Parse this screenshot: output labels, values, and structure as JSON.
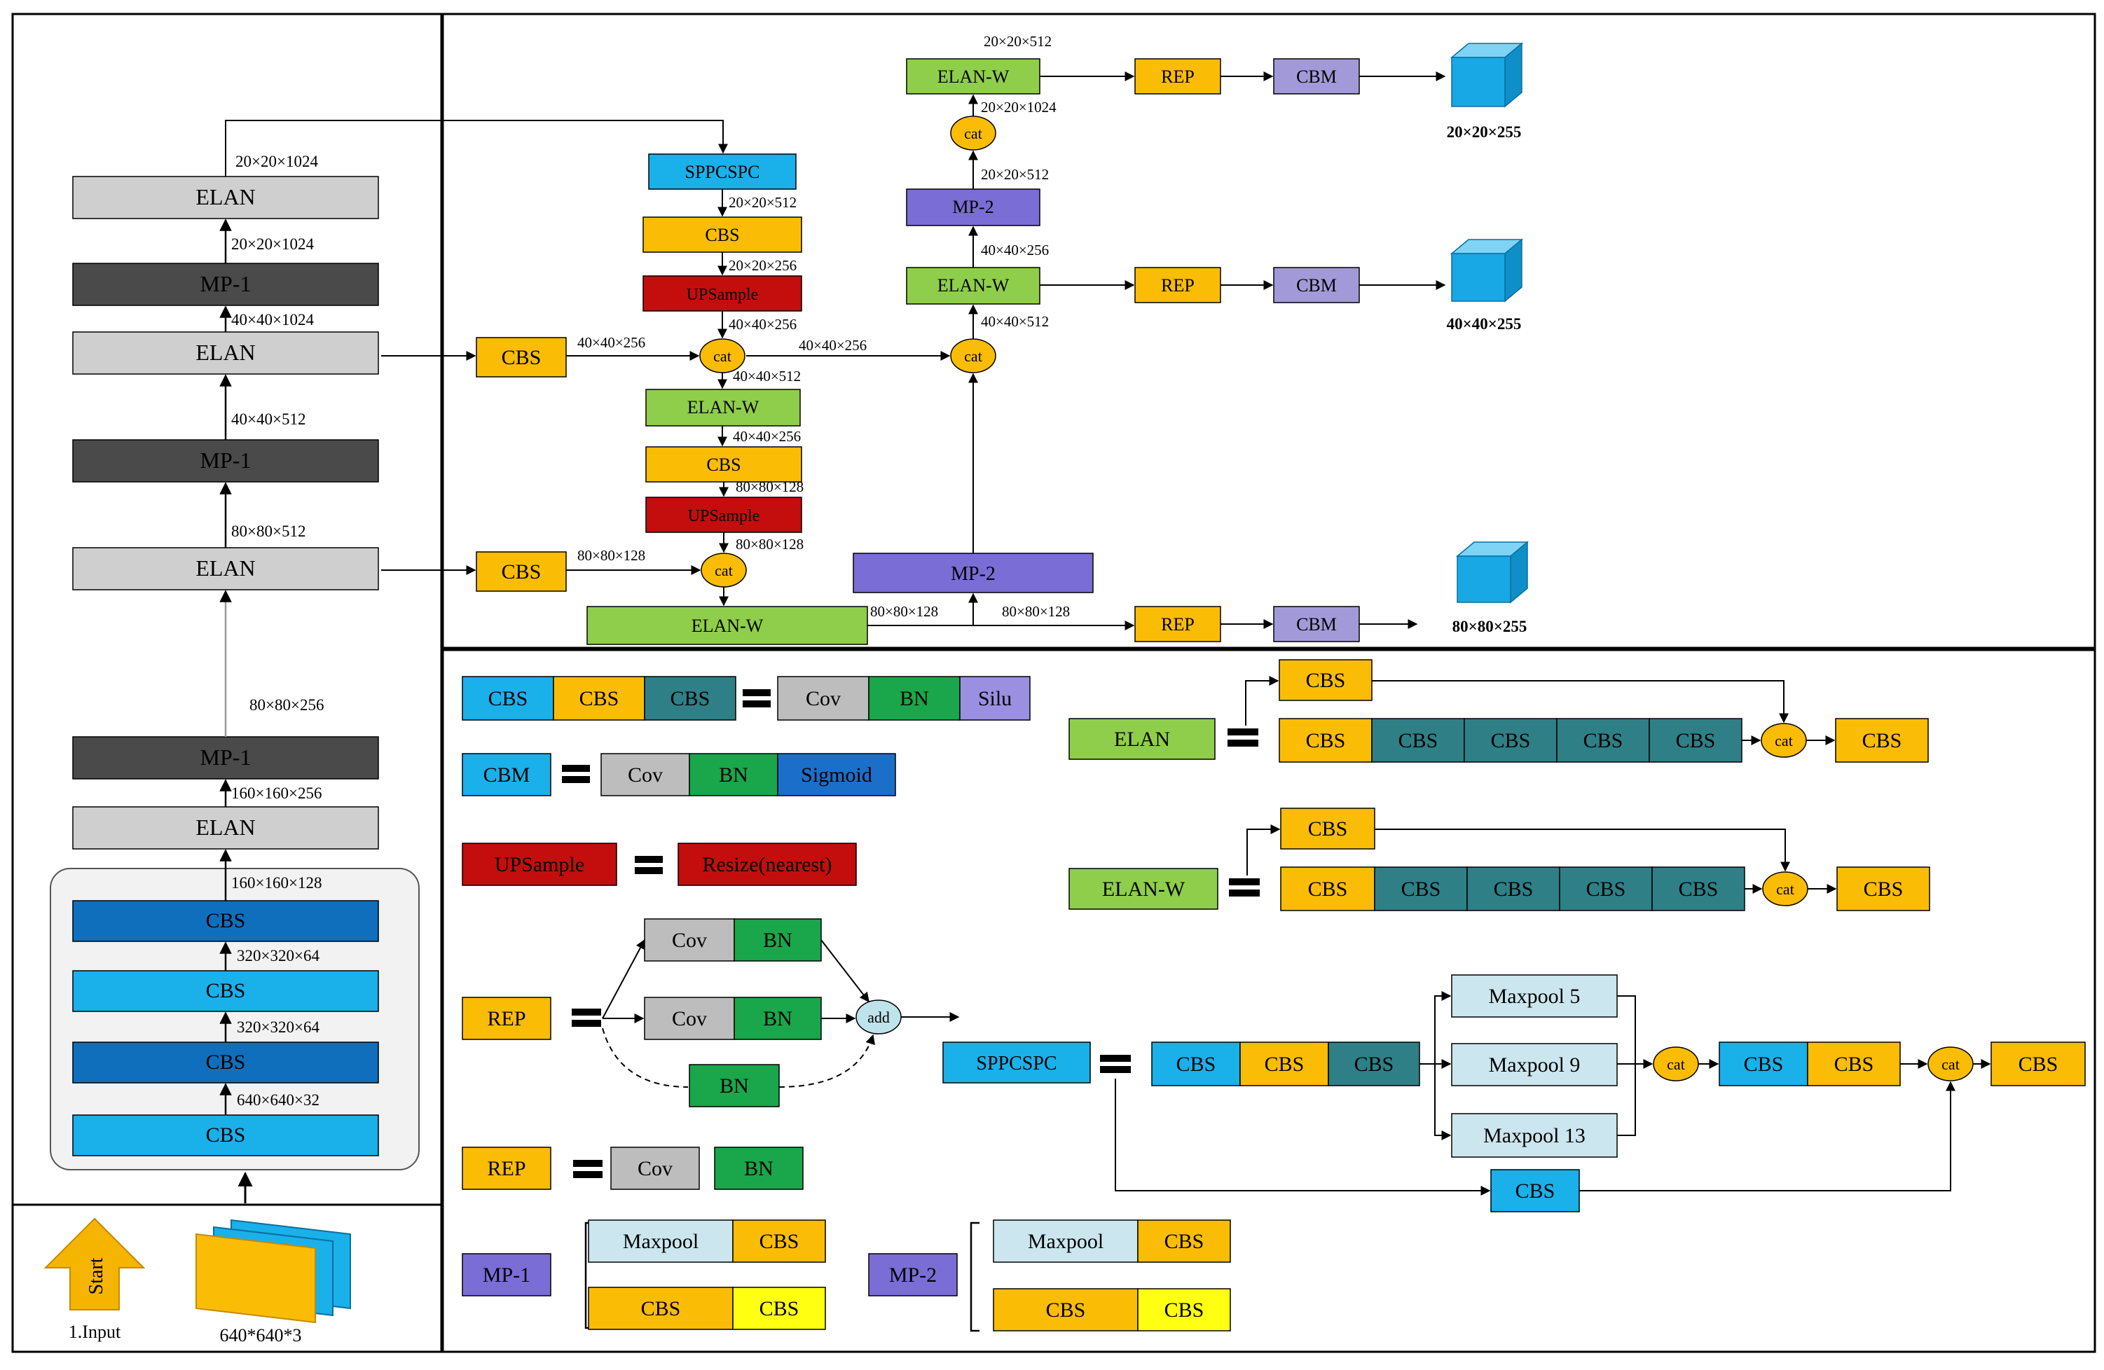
{
  "colors": {
    "elan_gray": "#cfcfcf",
    "mp_dark": "#4a4a4a",
    "cbs_orange": "#fbbc05",
    "cbs_light_blue": "#1ab0ea",
    "cbs_dark_blue": "#0f6fbd",
    "cbs_teal": "#2f7f86",
    "cbs_yellow": "#ffff11",
    "upsample_red": "#c40d0d",
    "elan_w_green": "#8fce4a",
    "rep_orange": "#fbbc05",
    "cbm_purple": "#a29ad8",
    "mp2_purple": "#7b6dd6",
    "sppcspc_blue": "#1ab0ea",
    "bn_green": "#1aa64a",
    "cov_gray": "#bdbdbd",
    "silu_purple": "#9a8fe0",
    "sigmoid_blue": "#1b6fc8",
    "resize_red": "#c40d0d",
    "maxpool_light": "#cbe6ee",
    "cat_yellow": "#fbbc05",
    "add_light": "#bfe3ea",
    "cube_blue": "#19a8e6",
    "start_arrow": "#f5b400",
    "input_stack": "#fbbc05"
  },
  "input": {
    "start_label": "Start",
    "input_caption": "1.Input",
    "input_dims": "640*640*3"
  },
  "backbone": {
    "elan": "ELAN",
    "mp1": "MP-1",
    "cbs": "CBS",
    "dims": {
      "d_640x640x32": "640×640×32",
      "d_320x320x64_a": "320×320×64",
      "d_320x320x64_b": "320×320×64",
      "d_160x160x128": "160×160×128",
      "d_160x160x256": "160×160×256",
      "d_80x80x256": "80×80×256",
      "d_80x80x512": "80×80×512",
      "d_40x40x512": "40×40×512",
      "d_40x40x1024": "40×40×1024",
      "d_20x20x1024_a": "20×20×1024",
      "d_20x20x1024_b": "20×20×1024"
    }
  },
  "head": {
    "sppcspc": "SPPCSPC",
    "cbs": "CBS",
    "upsample": "UPSample",
    "cat": "cat",
    "elan_w": "ELAN-W",
    "mp2": "MP-2",
    "rep": "REP",
    "cbm": "CBM",
    "dims": {
      "h_20x20x512": "20×20×512",
      "h_20x20x256": "20×20×256",
      "h_40x40x256_a": "40×40×256",
      "h_40x40x256_b": "40×40×256",
      "h_40x40x256_c": "40×40×256",
      "h_40x40x512": "40×40×512",
      "h_40x40x256_d": "40×40×256",
      "h_80x80x128_a": "80×80×128",
      "h_80x80x128_b": "80×80×128",
      "h_80x80x128_c": "80×80×128",
      "h_80x80x128_d": "80×80×128",
      "h_80x80x128_e": "80×80×128",
      "h_40x40x256_e": "40×40×256",
      "h_40x40x512_b": "40×40×512",
      "h_20x20x512_b": "20×20×512",
      "h_20x20x1024": "20×20×1024",
      "h_20x20x512_top": "20×20×512"
    },
    "outputs": {
      "out_20": "20×20×255",
      "out_40": "40×40×255",
      "out_80": "80×80×255"
    }
  },
  "legend": {
    "cbs": "CBS",
    "cov": "Cov",
    "bn": "BN",
    "silu": "Silu",
    "cbm": "CBM",
    "sigmoid": "Sigmoid",
    "upsample": "UPSample",
    "resize": "Resize(nearest)",
    "rep": "REP",
    "add": "add",
    "mp1": "MP-1",
    "mp2": "MP-2",
    "maxpool": "Maxpool",
    "elan": "ELAN",
    "elan_w": "ELAN-W",
    "cat": "cat",
    "sppcspc": "SPPCSPC",
    "maxpool5": "Maxpool 5",
    "maxpool9": "Maxpool 9",
    "maxpool13": "Maxpool 13"
  }
}
